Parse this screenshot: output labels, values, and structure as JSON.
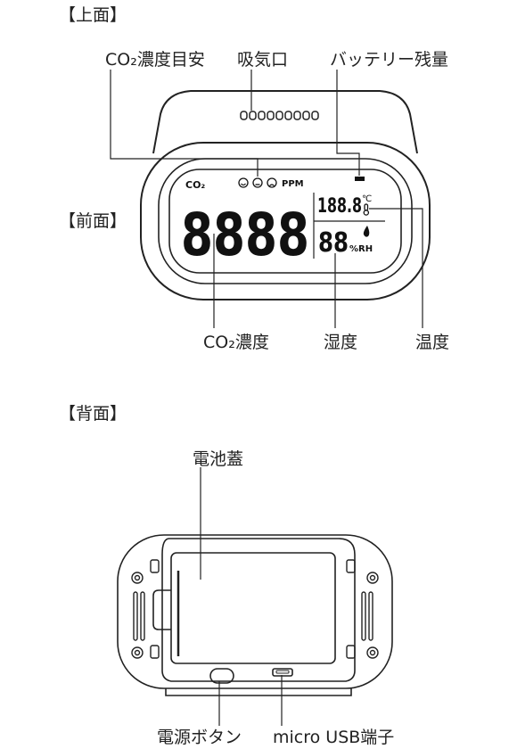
{
  "sections": {
    "top": "【上面】",
    "front": "【前面】",
    "back": "【背面】"
  },
  "callouts": {
    "co2_indicator": "CO₂濃度目安",
    "air_intake": "吸気口",
    "battery": "バッテリー残量",
    "co2_level": "CO₂濃度",
    "humidity": "湿度",
    "temperature": "温度",
    "battery_cover": "電池蓋",
    "power_button": "電源ボタン",
    "usb_port": "micro USB端子"
  },
  "display": {
    "co2_label": "CO₂",
    "ppm_label": "PPM",
    "co2_digits": "8888",
    "temp_digits": "188.8",
    "temp_unit": "℃",
    "humidity_digits": "88",
    "humidity_unit": "%RH"
  }
}
